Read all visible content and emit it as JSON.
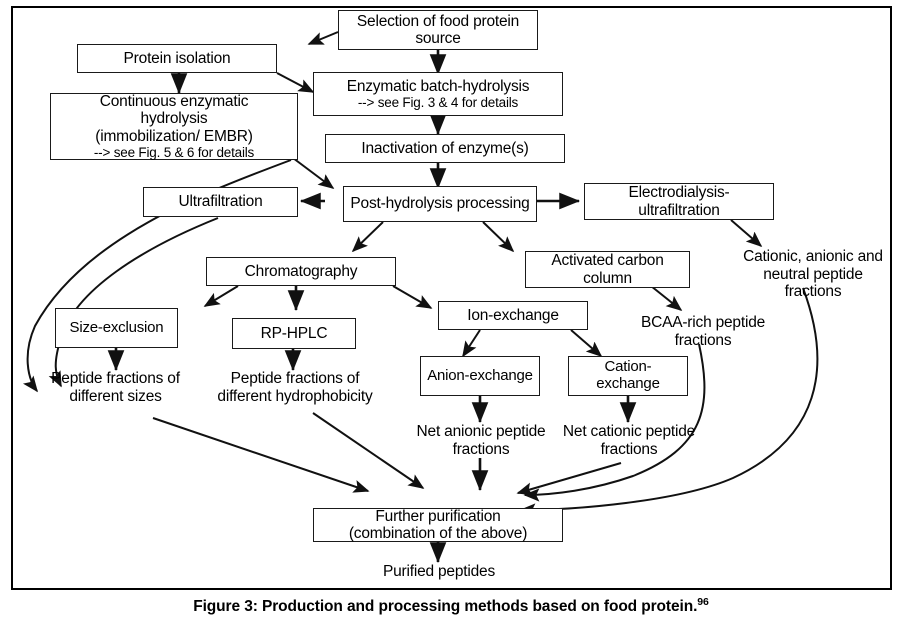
{
  "figure": {
    "caption_text": "Figure 3: Production and processing methods based on food protein.",
    "caption_ref": "96",
    "border_color": "#000000",
    "background": "#ffffff",
    "line_color": "#1a1a1a"
  },
  "nodes": {
    "selection": {
      "label": "Selection of food protein source"
    },
    "protein_isolation": {
      "label": "Protein isolation"
    },
    "enzymatic_batch": {
      "label": "Enzymatic batch-hydrolysis",
      "note": "--> see Fig. 3 & 4 for details"
    },
    "continuous_hydrolysis": {
      "line1": "Continuous enzymatic",
      "line2": "hydrolysis",
      "line3": "(immobilization/ EMBR)",
      "note": "--> see Fig. 5 & 6 for details"
    },
    "inactivation": {
      "label": "Inactivation of enzyme(s)"
    },
    "post_hydrolysis": {
      "label": "Post-hydrolysis processing"
    },
    "ultrafiltration": {
      "label": "Ultrafiltration"
    },
    "electrodialysis": {
      "label": "Electrodialysis-ultrafiltration"
    },
    "chromatography": {
      "label": "Chromatography"
    },
    "activated_carbon": {
      "label": "Activated carbon column"
    },
    "size_exclusion": {
      "label": "Size-exclusion"
    },
    "rp_hplc": {
      "label": "RP-HPLC"
    },
    "ion_exchange": {
      "label": "Ion-exchange"
    },
    "anion_exchange": {
      "label": "Anion-exchange"
    },
    "cation_exchange": {
      "label": "Cation-exchange"
    },
    "further_purification": {
      "line1": "Further purification",
      "line2": "(combination of the above)"
    }
  },
  "labels": {
    "cationic_anionic_neutral": "Cationic, anionic and neutral peptide fractions",
    "bcaa_rich": "BCAA-rich peptide fractions",
    "peptide_sizes": "Peptide fractions of different sizes",
    "peptide_hydrophobicity": "Peptide fractions of different hydrophobicity",
    "net_anionic": "Net anionic peptide fractions",
    "net_cationic": "Net cationic peptide fractions",
    "purified_peptides": "Purified peptides"
  },
  "flow_data": {
    "type": "flowchart",
    "title": "Production and processing methods based on food protein",
    "edges": [
      {
        "from": "selection",
        "to": "protein_isolation"
      },
      {
        "from": "selection",
        "to": "enzymatic_batch"
      },
      {
        "from": "protein_isolation",
        "to": "continuous_hydrolysis"
      },
      {
        "from": "protein_isolation",
        "to": "enzymatic_batch"
      },
      {
        "from": "enzymatic_batch",
        "to": "inactivation"
      },
      {
        "from": "inactivation",
        "to": "post_hydrolysis"
      },
      {
        "from": "continuous_hydrolysis",
        "to": "post_hydrolysis"
      },
      {
        "from": "continuous_hydrolysis",
        "to": "peptide_sizes"
      },
      {
        "from": "post_hydrolysis",
        "to": "ultrafiltration"
      },
      {
        "from": "post_hydrolysis",
        "to": "electrodialysis"
      },
      {
        "from": "post_hydrolysis",
        "to": "chromatography"
      },
      {
        "from": "post_hydrolysis",
        "to": "activated_carbon"
      },
      {
        "from": "ultrafiltration",
        "to": "peptide_sizes"
      },
      {
        "from": "electrodialysis",
        "to": "cationic_anionic_neutral"
      },
      {
        "from": "chromatography",
        "to": "size_exclusion"
      },
      {
        "from": "chromatography",
        "to": "rp_hplc"
      },
      {
        "from": "chromatography",
        "to": "ion_exchange"
      },
      {
        "from": "activated_carbon",
        "to": "bcaa_rich"
      },
      {
        "from": "size_exclusion",
        "to": "peptide_sizes"
      },
      {
        "from": "rp_hplc",
        "to": "peptide_hydrophobicity"
      },
      {
        "from": "ion_exchange",
        "to": "anion_exchange"
      },
      {
        "from": "ion_exchange",
        "to": "cation_exchange"
      },
      {
        "from": "anion_exchange",
        "to": "net_anionic"
      },
      {
        "from": "cation_exchange",
        "to": "net_cationic"
      },
      {
        "from": "peptide_sizes",
        "to": "further_purification"
      },
      {
        "from": "peptide_hydrophobicity",
        "to": "further_purification"
      },
      {
        "from": "net_anionic",
        "to": "further_purification"
      },
      {
        "from": "net_cationic",
        "to": "further_purification"
      },
      {
        "from": "bcaa_rich",
        "to": "further_purification"
      },
      {
        "from": "cationic_anionic_neutral",
        "to": "further_purification"
      },
      {
        "from": "further_purification",
        "to": "purified_peptides"
      }
    ]
  }
}
